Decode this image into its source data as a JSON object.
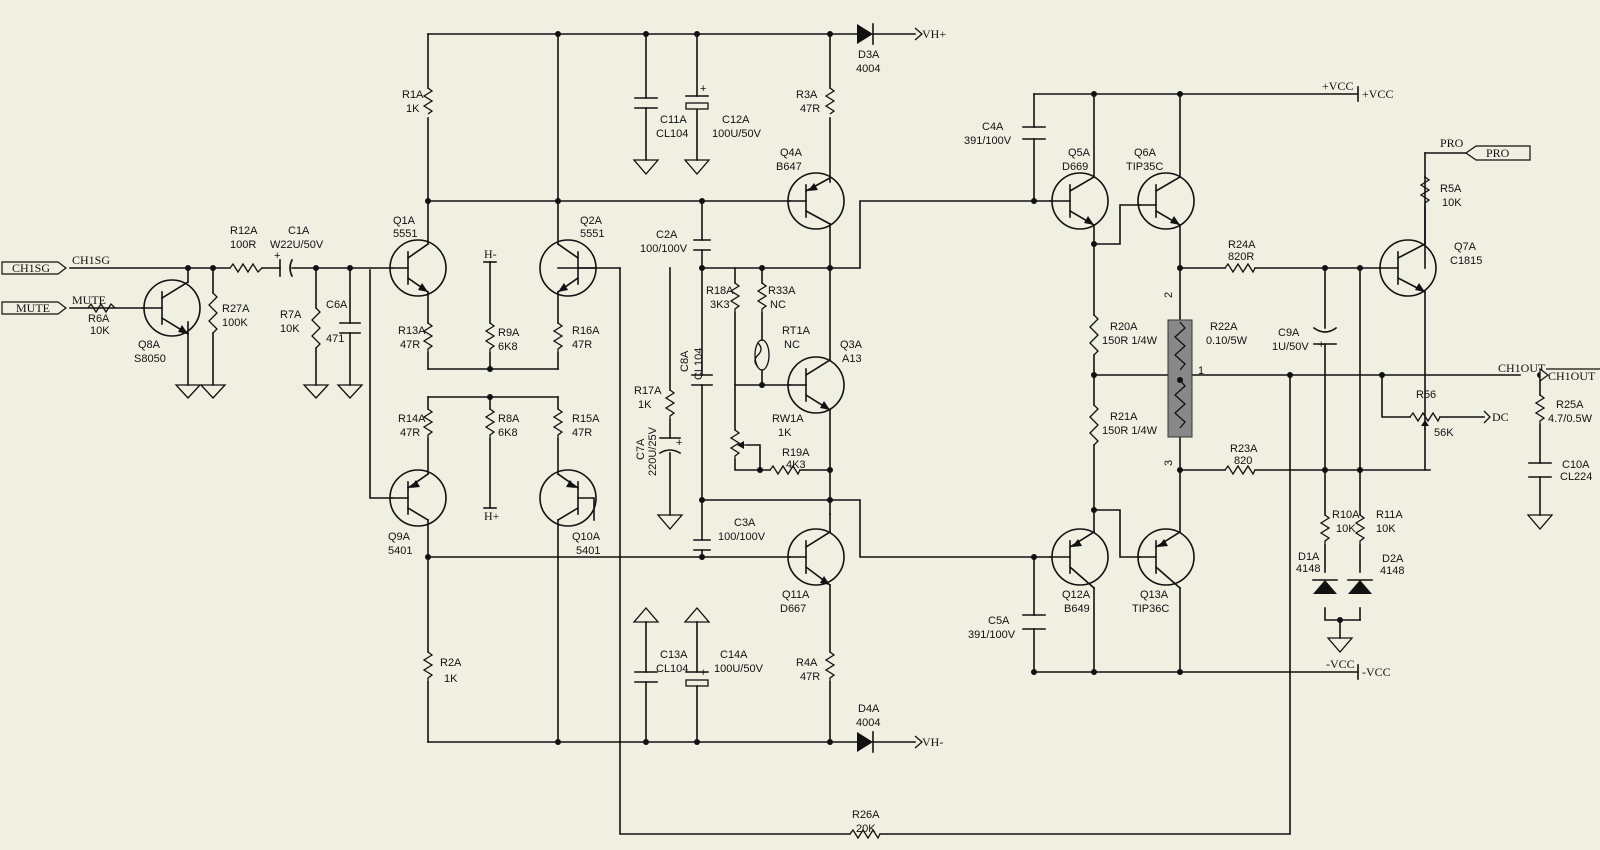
{
  "ports": {
    "chisg": "CH1SG",
    "mute": "MUTE",
    "vhp": "VH+",
    "vhn": "VH-",
    "vccp": "+VCC",
    "vccn": "-VCC",
    "pro": "PRO",
    "out": "CH1OUT",
    "dc": "DC",
    "hm": "H-",
    "hp": "H+"
  },
  "net_labels": {
    "chisg": "CH1SG",
    "mute": "MUTE",
    "vccp": "+VCC",
    "vccn": "-VCC",
    "pro": "PRO",
    "out": "CH1OUT"
  },
  "components": {
    "r1a": {
      "ref": "R1A",
      "val": "1K"
    },
    "r2a": {
      "ref": "R2A",
      "val": "1K"
    },
    "r3a": {
      "ref": "R3A",
      "val": "47R"
    },
    "r4a": {
      "ref": "R4A",
      "val": "47R"
    },
    "r5a": {
      "ref": "R5A",
      "val": "10K"
    },
    "r6a": {
      "ref": "R6A",
      "val": "10K"
    },
    "r7a": {
      "ref": "R7A",
      "val": "10K"
    },
    "r8a": {
      "ref": "R8A",
      "val": "6K8"
    },
    "r9a": {
      "ref": "R9A",
      "val": "6K8"
    },
    "r10a": {
      "ref": "R10A",
      "val": "10K"
    },
    "r11a": {
      "ref": "R11A",
      "val": "10K"
    },
    "r12a": {
      "ref": "R12A",
      "val": "100R"
    },
    "r13a": {
      "ref": "R13A",
      "val": "47R"
    },
    "r14a": {
      "ref": "R14A",
      "val": "47R"
    },
    "r15a": {
      "ref": "R15A",
      "val": "47R"
    },
    "r16a": {
      "ref": "R16A",
      "val": "47R"
    },
    "r17a": {
      "ref": "R17A",
      "val": "1K"
    },
    "r18a": {
      "ref": "R18A",
      "val": "3K3"
    },
    "r19a": {
      "ref": "R19A",
      "val": "4K3"
    },
    "r20a": {
      "ref": "R20A",
      "val": "150R 1/4W"
    },
    "r21a": {
      "ref": "R21A",
      "val": "150R 1/4W"
    },
    "r22a": {
      "ref": "R22A",
      "val": "0.10/5W"
    },
    "r23a": {
      "ref": "R23A",
      "val": "820"
    },
    "r24a": {
      "ref": "R24A",
      "val": "820R"
    },
    "r25a": {
      "ref": "R25A",
      "val": "4.7/0.5W"
    },
    "r26a": {
      "ref": "R26A",
      "val": "20K"
    },
    "r27a": {
      "ref": "R27A",
      "val": "100K"
    },
    "r33a": {
      "ref": "R33A",
      "val": "NC"
    },
    "r56": {
      "ref": "R56",
      "val": "56K"
    },
    "rt1a": {
      "ref": "RT1A",
      "val": "NC"
    },
    "rw1a": {
      "ref": "RW1A",
      "val": "1K"
    },
    "c1a": {
      "ref": "C1A",
      "val": "W22U/50V"
    },
    "c2a": {
      "ref": "C2A",
      "val": "100/100V"
    },
    "c3a": {
      "ref": "C3A",
      "val": "100/100V"
    },
    "c4a": {
      "ref": "C4A",
      "val": "391/100V"
    },
    "c5a": {
      "ref": "C5A",
      "val": "391/100V"
    },
    "c6a": {
      "ref": "C6A",
      "val": "471"
    },
    "c7a": {
      "ref": "C7A",
      "val": "220U/25V"
    },
    "c8a": {
      "ref": "C8A",
      "val": "CL104"
    },
    "c9a": {
      "ref": "C9A",
      "val": "1U/50V"
    },
    "c10a": {
      "ref": "C10A",
      "val": "CL224"
    },
    "c11a": {
      "ref": "C11A",
      "val": "CL104"
    },
    "c12a": {
      "ref": "C12A",
      "val": "100U/50V"
    },
    "c13a": {
      "ref": "C13A",
      "val": "CL104"
    },
    "c14a": {
      "ref": "C14A",
      "val": "100U/50V"
    },
    "q1a": {
      "ref": "Q1A",
      "val": "5551"
    },
    "q2a": {
      "ref": "Q2A",
      "val": "5551"
    },
    "q3a": {
      "ref": "Q3A",
      "val": "A13"
    },
    "q4a": {
      "ref": "Q4A",
      "val": "B647"
    },
    "q5a": {
      "ref": "Q5A",
      "val": "D669"
    },
    "q6a": {
      "ref": "Q6A",
      "val": "TIP35C"
    },
    "q7a": {
      "ref": "Q7A",
      "val": "C1815"
    },
    "q8a": {
      "ref": "Q8A",
      "val": "S8050"
    },
    "q9a": {
      "ref": "Q9A",
      "val": "5401"
    },
    "q10a": {
      "ref": "Q10A",
      "val": "5401"
    },
    "q11a": {
      "ref": "Q11A",
      "val": "D667"
    },
    "q12a": {
      "ref": "Q12A",
      "val": "B649"
    },
    "q13a": {
      "ref": "Q13A",
      "val": "TIP36C"
    },
    "d1a": {
      "ref": "D1A",
      "val": "4148"
    },
    "d2a": {
      "ref": "D2A",
      "val": "4148"
    },
    "d3a": {
      "ref": "D3A",
      "val": "4004"
    },
    "d4a": {
      "ref": "D4A",
      "val": "4004"
    }
  },
  "pins": {
    "p1": "1",
    "p2": "2",
    "p3": "3"
  },
  "pol": {
    "plus": "+"
  }
}
